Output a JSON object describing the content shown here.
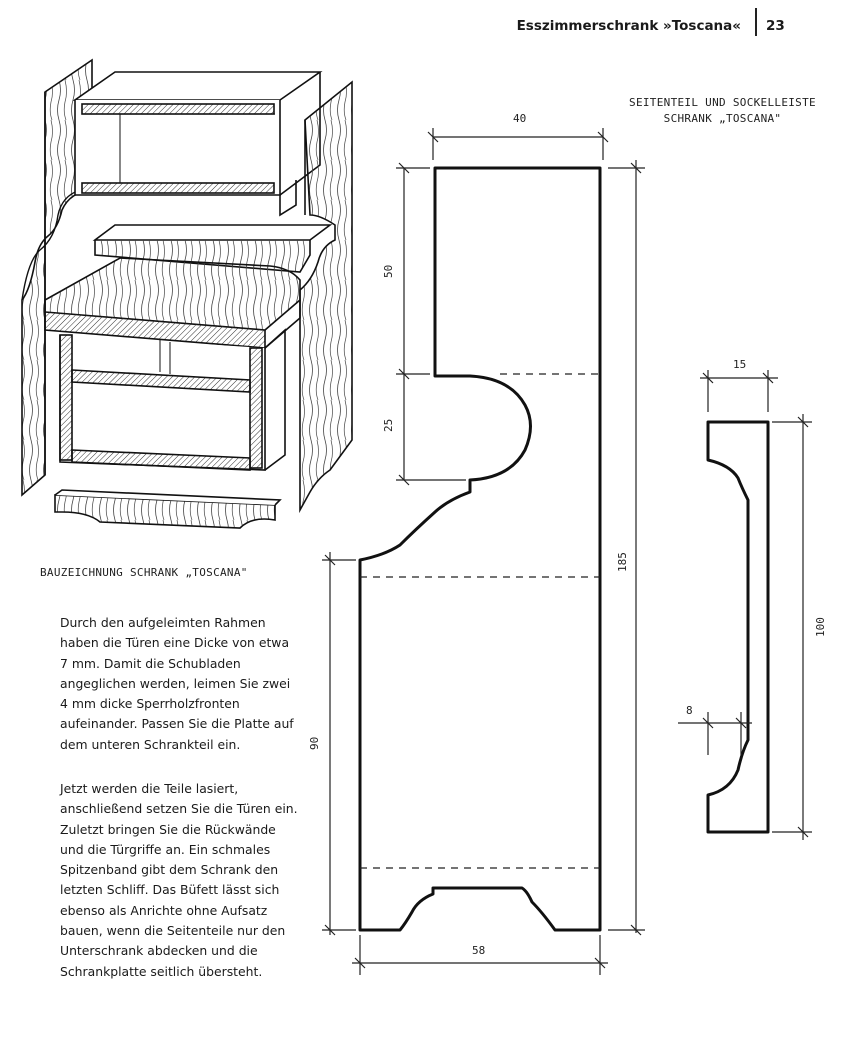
{
  "header": {
    "title": "Esszimmerschrank »Toscana«",
    "page_number": "23"
  },
  "drawing": {
    "caption_line1": "SEITENTEIL UND SOCKELLEISTE",
    "caption_line2": "SCHRANK „TOSCANA\"",
    "dimensions": {
      "top_width": "40",
      "upper_height": "50",
      "curve_height": "25",
      "total_height": "185",
      "lower_height": "90",
      "bottom_width": "58",
      "plinth_width": "15",
      "plinth_height": "100",
      "plinth_notch": "8"
    }
  },
  "illustration": {
    "caption": "BAUZEICHNUNG SCHRANK „TOSCANA\""
  },
  "body": {
    "paragraph1": "Durch den aufgeleimten Rahmen haben die Türen eine Dicke von etwa 7 mm. Damit die Schubladen angeglichen werden, leimen Sie zwei 4 mm dicke Sperrholzfronten aufeinander. Passen Sie die Platte auf dem unteren Schrankteil ein.",
    "paragraph2": "Jetzt werden die Teile lasiert, anschließend setzen Sie die Türen ein. Zuletzt bringen Sie die Rückwände und die Türgriffe an. Ein schmales Spitzenband gibt dem Schrank den letzten Schliff. Das Büfett lässt sich ebenso als Anrichte ohne Aufsatz bauen, wenn die Seitenteile nur den Unterschrank abdecken und die Schrankplatte seitlich übersteht."
  }
}
